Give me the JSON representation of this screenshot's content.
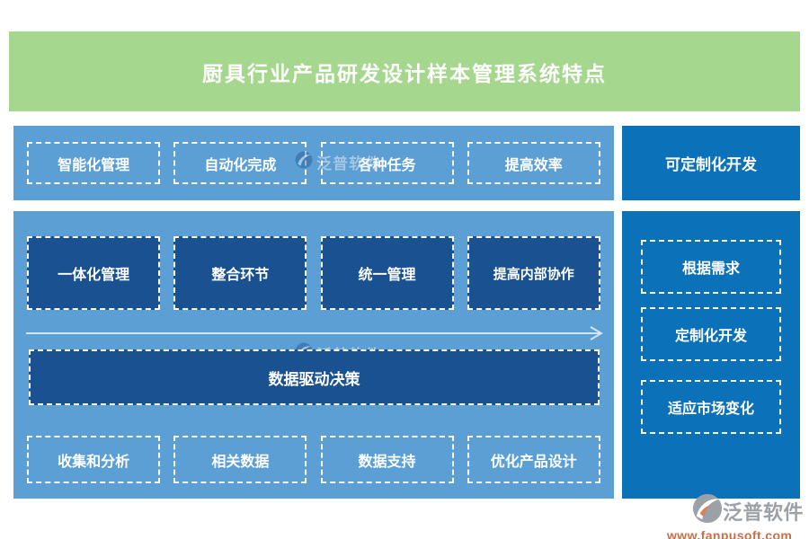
{
  "banner": {
    "title": "厨具行业产品研发设计样本管理系统特点"
  },
  "top_row": {
    "items": [
      "智能化管理",
      "自动化完成",
      "各种任务",
      "提高效率"
    ]
  },
  "side_top": {
    "label": "可定制化开发"
  },
  "middle_panel": {
    "feature_boxes": [
      "一体化管理",
      "整合环节",
      "统一管理",
      "提高内部协作"
    ],
    "bar_label": "数据驱动决策",
    "bottom_items": [
      "收集和分析",
      "相关数据",
      "数据支持",
      "优化产品设计"
    ]
  },
  "side_panel": {
    "items": [
      "根据需求",
      "定制化开发",
      "适应市场变化"
    ]
  },
  "watermark": {
    "text": "泛普软件"
  },
  "footer": {
    "brand": "泛普软件",
    "url": "www.fanpusoft.com"
  },
  "colors": {
    "banner_green": "#A6D78E",
    "light_blue": "#5B9FD4",
    "navy": "#1A5190",
    "bright_blue": "#0B71B8",
    "arrow": "#D2E4F5",
    "brand_gray": "#9CA1A7",
    "url_orange": "#C96F45"
  }
}
